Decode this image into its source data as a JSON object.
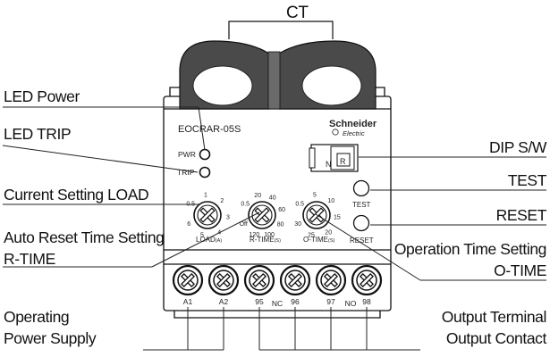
{
  "callouts": {
    "ct": "CT",
    "led_power": "LED Power",
    "led_trip": "LED TRIP",
    "current_setting": "Current Setting LOAD",
    "auto_reset_1": "Auto Reset Time Setting",
    "auto_reset_2": "R-TIME",
    "operating_1": "Operating",
    "operating_2": "Power Supply",
    "dip_sw": "DIP S/W",
    "test": "TEST",
    "reset": "RESET",
    "op_time_1": "Operation Time Setting",
    "op_time_2": "O-TIME",
    "output_terminal": "Output Terminal",
    "output_contact": "Output Contact"
  },
  "device": {
    "model": "EOCRAR-05S",
    "brand": "Schneider",
    "brand_sub": "Electric",
    "pwr": "PWR",
    "trip": "TRIP",
    "test_btn": "TEST",
    "reset_btn": "RESET",
    "dip_n": "N",
    "dip_r": "R"
  },
  "dials": {
    "load": {
      "label": "LOAD",
      "unit": "(A)",
      "scale": [
        "0.5",
        "1",
        "2",
        "3",
        "4",
        "5",
        "6"
      ]
    },
    "rtime": {
      "label": "R-TIME",
      "unit": "(S)",
      "scale": [
        "0.5",
        "20",
        "40",
        "60",
        "80",
        "100",
        "120",
        "Off"
      ]
    },
    "otime": {
      "label": "O-TIME",
      "unit": "(S)",
      "scale": [
        "0.5",
        "5",
        "10",
        "15",
        "20",
        "25",
        "30"
      ]
    }
  },
  "terminals": {
    "labels": [
      "A1",
      "A2",
      "95",
      "NC",
      "96",
      "97",
      "NO",
      "98"
    ]
  },
  "colors": {
    "ink": "#111111",
    "ct_core": "#4a4a4a",
    "body_fill": "#ffffff"
  }
}
